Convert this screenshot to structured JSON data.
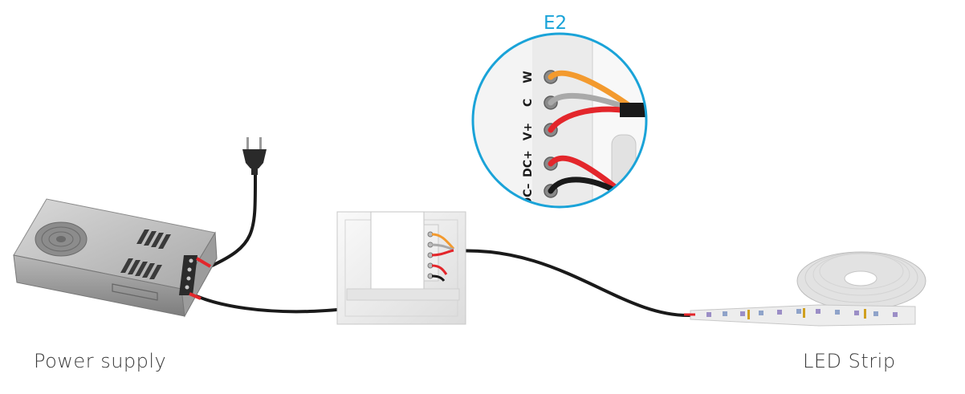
{
  "callout": {
    "title": "E2",
    "terminals": [
      "W",
      "C",
      "V+",
      "DC+",
      "DC–"
    ]
  },
  "labels": {
    "power_supply": "Power supply",
    "led_strip": "LED Strip"
  },
  "colors": {
    "callout_ring": "#1aa3d8",
    "wire_black": "#1a1a1a",
    "wire_red": "#e3262b",
    "wire_orange": "#f39a2e",
    "wire_gray": "#a9a9a9"
  }
}
